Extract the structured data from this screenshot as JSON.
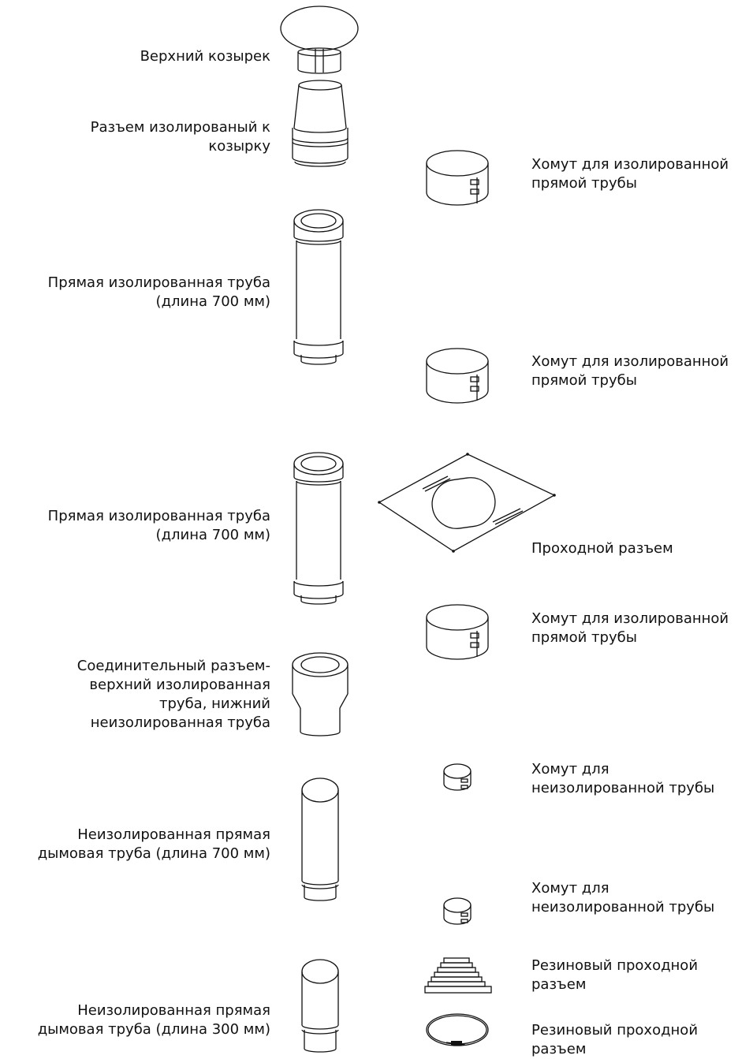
{
  "left_labels": [
    {
      "id": "top-cap",
      "text": "Верхний козырек"
    },
    {
      "id": "cap-adapter",
      "text": "Разъем изолированый к\nкозырку"
    },
    {
      "id": "insulated-pipe-1",
      "text": "Прямая изолированная труба\n(длина 700 мм)"
    },
    {
      "id": "insulated-pipe-2",
      "text": "Прямая изолированная труба\n(длина 700 мм)"
    },
    {
      "id": "transition-connector",
      "text": "Соединительный разъем-\nверхний изолированная\nтруба, нижний\nнеизолированная труба"
    },
    {
      "id": "uninsulated-pipe-700",
      "text": "Неизолированная прямая\nдымовая труба (длина 700 мм)"
    },
    {
      "id": "uninsulated-pipe-300",
      "text": "Неизолированная прямая\nдымовая труба (длина 300 мм)"
    }
  ],
  "right_labels": [
    {
      "id": "clamp-insulated-1",
      "text": "Хомут для изолированной\nпрямой трубы"
    },
    {
      "id": "clamp-insulated-2",
      "text": "Хомут для изолированной\nпрямой трубы"
    },
    {
      "id": "pass-through-plate",
      "text": "Проходной разъем"
    },
    {
      "id": "clamp-insulated-3",
      "text": "Хомут для изолированной\nпрямой трубы"
    },
    {
      "id": "clamp-uninsulated-1",
      "text": "Хомут для\nнеизолированной трубы"
    },
    {
      "id": "clamp-uninsulated-2",
      "text": "Хомут для\nнеизолированной трубы"
    },
    {
      "id": "rubber-boot",
      "text": "Резиновый проходной\nразъем"
    },
    {
      "id": "rubber-ring",
      "text": "Резиновый проходной\nразъем"
    }
  ]
}
